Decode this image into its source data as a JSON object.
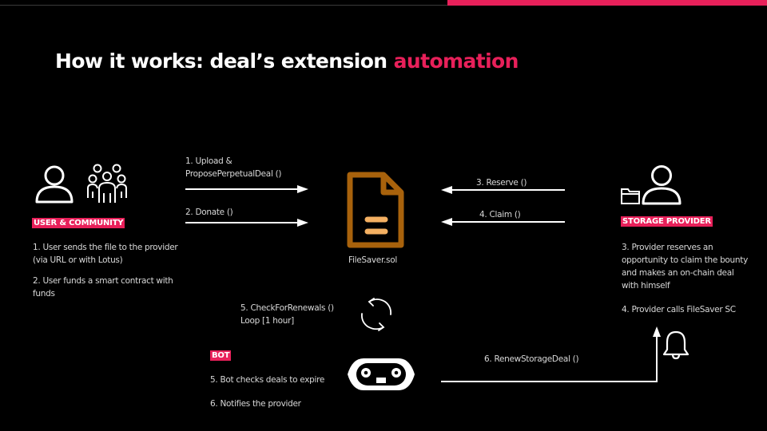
{
  "colors": {
    "accent": "#e8205a",
    "contract": "#a8620c",
    "contract_lines": "#f4b062",
    "background": "#000000"
  },
  "title": {
    "prefix": "How it works: deal’s extension ",
    "accent": "automation"
  },
  "user": {
    "tag": "USER & COMMUNITY",
    "icons": [
      "user-icon",
      "community-icon"
    ],
    "steps": [
      "1. User sends the file to the provider (via URL or with Lotus)",
      "2. User funds a smart contract with funds"
    ]
  },
  "contract": {
    "label": "FileSaver.sol",
    "icon": "document-icon"
  },
  "provider": {
    "tag": "STORAGE PROVIDER",
    "icons": [
      "folder-icon",
      "user-icon"
    ],
    "steps": [
      "3. Provider reserves an opportunity to claim the bounty and makes an on-chain deal with himself",
      "4. Provider calls FileSaver SC"
    ]
  },
  "bot": {
    "tag": "BOT",
    "icons": [
      "robot-icon",
      "refresh-icon"
    ],
    "steps": [
      "5. Bot checks deals to expire",
      "6. Notifies the provider"
    ]
  },
  "arrows": {
    "upload_line1": "1. Upload &",
    "upload_line2": "ProposePerpetualDeal ()",
    "donate": "2. Donate ()",
    "reserve": "3. Reserve ()",
    "claim": "4. Claim ()",
    "check_line1": "5. CheckForRenewals ()",
    "check_line2": "Loop [1 hour]",
    "renew": "6. RenewStorageDeal ()"
  },
  "notification": {
    "icon": "bell-icon"
  }
}
